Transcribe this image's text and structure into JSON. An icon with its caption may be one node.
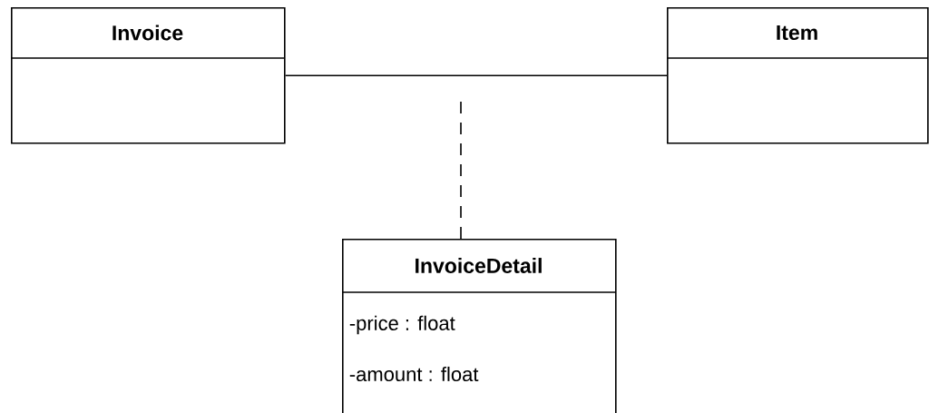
{
  "diagram": {
    "nodes": [
      {
        "text": [
          "Invoice"
        ]
      },
      {
        "text": [
          "Item"
        ]
      },
      {
        "text": [
          "InvoiceDetail",
          "-price : float",
          "-amount : float"
        ]
      }
    ],
    "edges": [
      {
        "from": 0,
        "to": 1,
        "arrow": "none"
      },
      {
        "from": 2,
        "to": null,
        "arrow": "none",
        "style": "dashed"
      }
    ]
  }
}
